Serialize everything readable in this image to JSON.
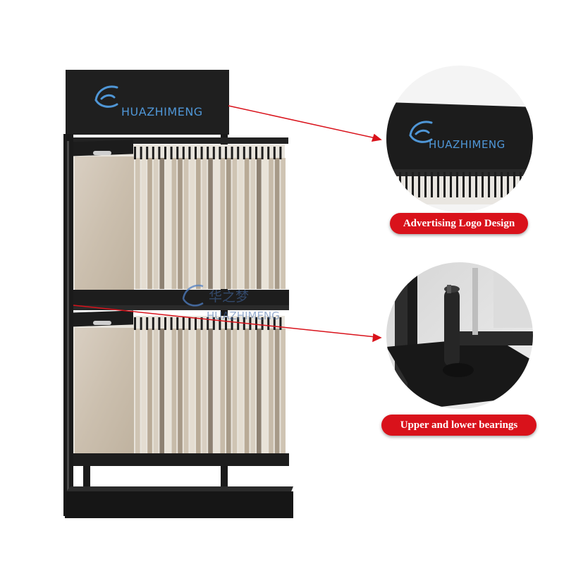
{
  "brand": {
    "name": "HUAZHIMENG",
    "watermark_cn": "华之梦",
    "watermark_en": "HUAZHIMENG"
  },
  "callouts": [
    {
      "label": "Advertising Logo Design"
    },
    {
      "label": "Upper and lower bearings"
    }
  ],
  "colors": {
    "accent_red": "#d9121b",
    "logo_blue": "#4f96d6",
    "rack_black": "#1f1f1f"
  }
}
